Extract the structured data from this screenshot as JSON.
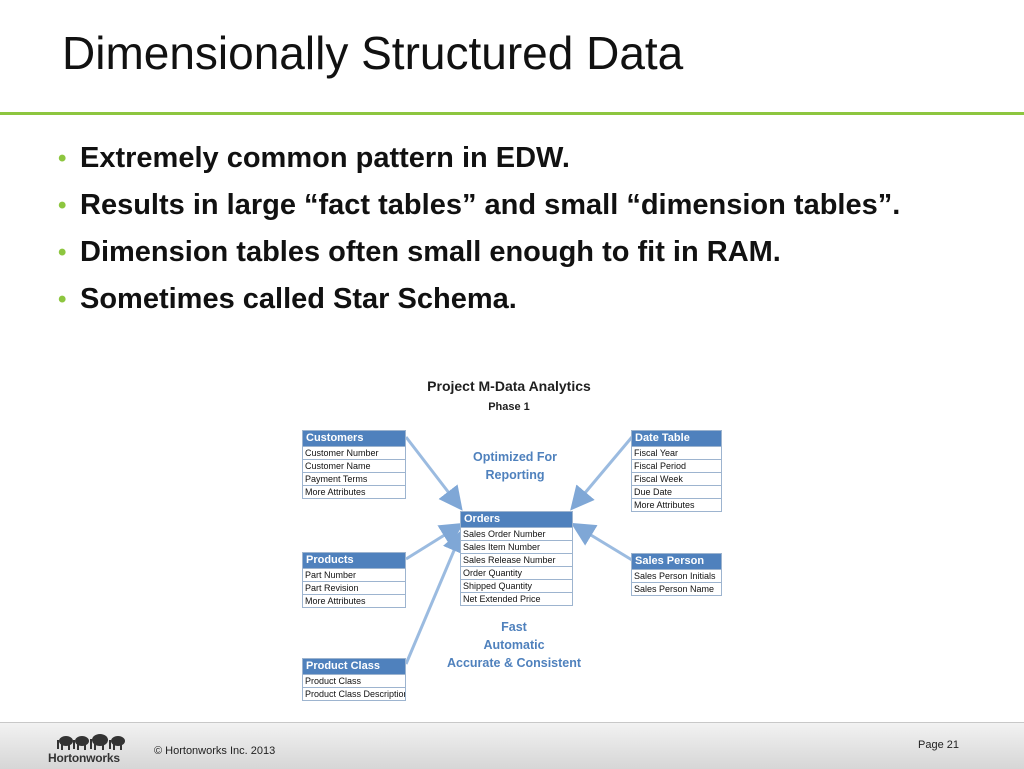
{
  "slide": {
    "title": "Dimensionally Structured Data",
    "bullets": [
      "Extremely common pattern in EDW.",
      "Results in large “fact tables” and small “dimension tables”.",
      "Dimension tables often small enough to fit in RAM.",
      "Sometimes called Star Schema."
    ],
    "bullet_glyph": "•"
  },
  "diagram": {
    "title": "Project M-Data Analytics",
    "subtitle": "Phase 1",
    "callout_top": [
      "Optimized For",
      "Reporting"
    ],
    "callout_bottom": [
      "Fast",
      "Automatic",
      "Accurate & Consistent"
    ],
    "tables": {
      "customers": {
        "header": "Customers",
        "rows": [
          "Customer Number",
          "Customer Name",
          "Payment Terms",
          "More Attributes"
        ]
      },
      "products": {
        "header": "Products",
        "rows": [
          "Part Number",
          "Part Revision",
          "More Attributes"
        ]
      },
      "product_class": {
        "header": "Product Class",
        "rows": [
          "Product Class",
          "Product Class Description"
        ]
      },
      "orders": {
        "header": "Orders",
        "rows": [
          "Sales Order Number",
          "Sales Item Number",
          "Sales Release Number",
          "Order Quantity",
          "Shipped Quantity",
          "Net Extended Price"
        ]
      },
      "date_table": {
        "header": "Date Table",
        "rows": [
          "Fiscal Year",
          "Fiscal Period",
          "Fiscal Week",
          "Due Date",
          "More Attributes"
        ]
      },
      "sales_person": {
        "header": "Sales Person",
        "rows": [
          "Sales Person Initials",
          "Sales Person Name"
        ]
      }
    },
    "colors": {
      "table_header": "#4f81bd",
      "arrow": "#7fa7d6",
      "accent_rule": "#8dc63f"
    }
  },
  "footer": {
    "logo_text": "Hortonworks",
    "logo_icon": "elephant-herd-icon",
    "copyright": "© Hortonworks Inc. 2013",
    "page": "Page 21"
  }
}
